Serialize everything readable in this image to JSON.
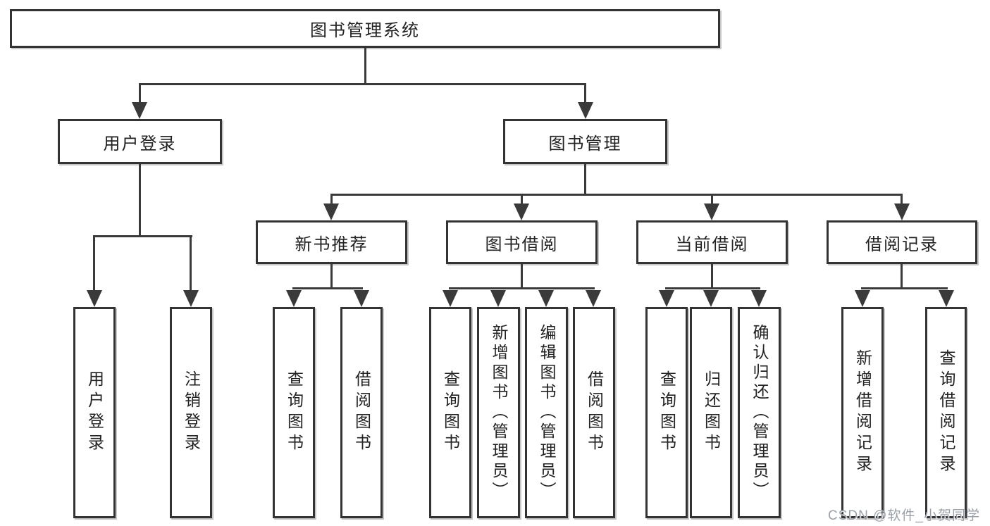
{
  "tree": {
    "root": {
      "label": "图书管理系统"
    },
    "branches": [
      {
        "label": "用户登录",
        "leaves": [
          "用户登录",
          "注销登录"
        ]
      },
      {
        "label": "图书管理",
        "groups": [
          {
            "label": "新书推荐",
            "leaves": [
              "查询图书",
              "借阅图书"
            ]
          },
          {
            "label": "图书借阅",
            "leaves": [
              "查询图书",
              "新增图书（管理员）",
              "编辑图书（管理员）",
              "借阅图书"
            ]
          },
          {
            "label": "当前借阅",
            "leaves": [
              "查询图书",
              "归还图书",
              "确认归还（管理员）"
            ]
          },
          {
            "label": "借阅记录",
            "leaves": [
              "新增借阅记录",
              "查询借阅记录"
            ]
          }
        ]
      }
    ]
  },
  "watermark": {
    "text": "CSDN @软件_小贺同学"
  },
  "colors": {
    "line": "#3a3a3a",
    "box_border": "#333333",
    "text": "#222222",
    "background": "#ffffff",
    "watermark": "#9aa0a8"
  }
}
